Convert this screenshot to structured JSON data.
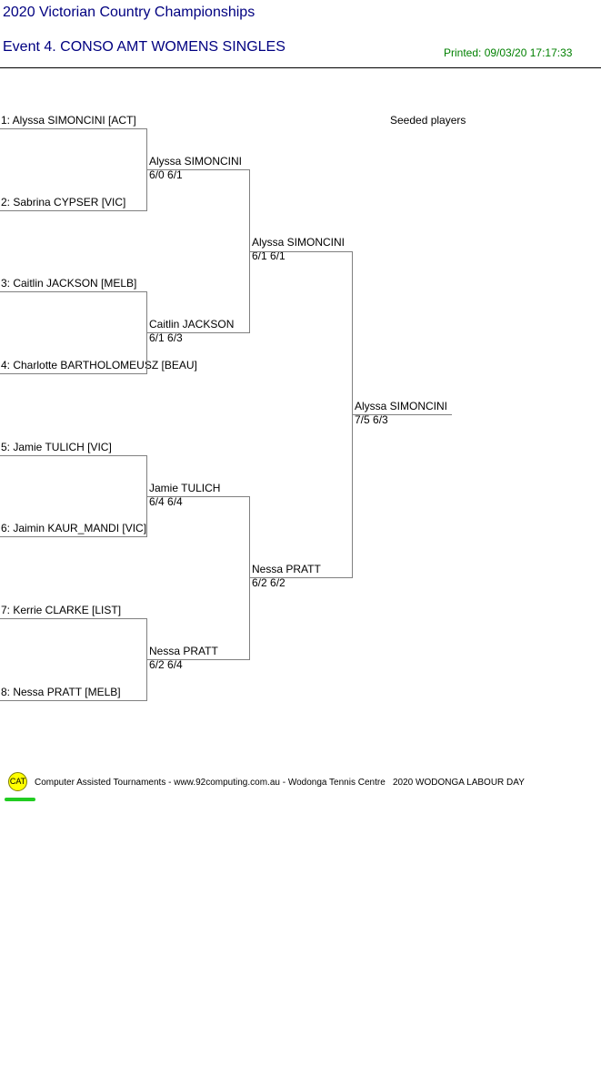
{
  "header": {
    "title": "2020 Victorian Country Championships",
    "event": "Event 4. CONSO AMT WOMENS SINGLES",
    "printed": "Printed: 09/03/20 17:17:33"
  },
  "seeded_label": "Seeded players",
  "draw": {
    "round1": [
      "1: Alyssa SIMONCINI [ACT]",
      "2: Sabrina CYPSER [VIC]",
      "3: Caitlin JACKSON [MELB]",
      "4: Charlotte BARTHOLOMEUSZ [BEAU]",
      "5: Jamie TULICH [VIC]",
      "6: Jaimin KAUR_MANDI [VIC]",
      "7: Kerrie CLARKE [LIST]",
      "8: Nessa PRATT [MELB]"
    ],
    "round2": [
      {
        "name": "Alyssa SIMONCINI",
        "score": "6/0 6/1"
      },
      {
        "name": "Caitlin JACKSON",
        "score": "6/1 6/3"
      },
      {
        "name": "Jamie TULICH",
        "score": "6/4 6/4"
      },
      {
        "name": "Nessa PRATT",
        "score": "6/2 6/4"
      }
    ],
    "semifinal": [
      {
        "name": "Alyssa SIMONCINI",
        "score": "6/1 6/1"
      },
      {
        "name": "Nessa PRATT",
        "score": "6/2 6/2"
      }
    ],
    "final": {
      "name": "Alyssa SIMONCINI",
      "score": "7/5 6/3"
    }
  },
  "footer": {
    "logo": "CAT",
    "credit": "Computer Assisted Tournaments - www.92computing.com.au -  Wodonga Tennis Centre",
    "tournament": "2020 WODONGA LABOUR DAY"
  }
}
